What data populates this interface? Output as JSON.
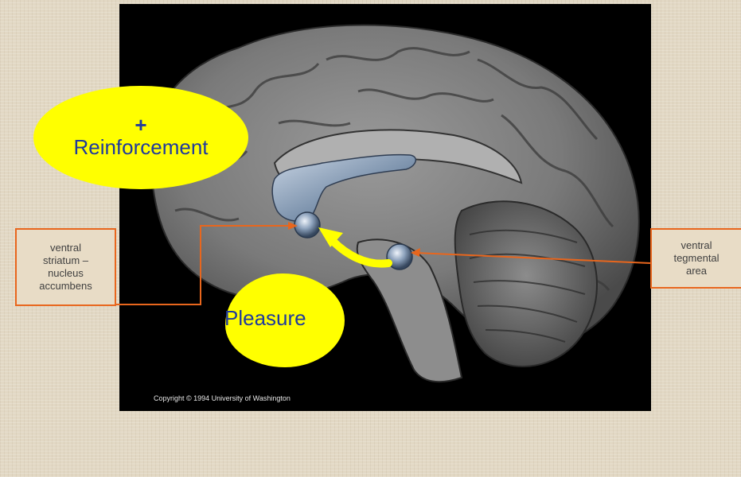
{
  "reinforcement": {
    "plus": "+",
    "label": "Reinforcement"
  },
  "pleasure": {
    "label": "Pleasure"
  },
  "callouts": {
    "left": {
      "lines": [
        "ventral",
        "striatum –",
        "nucleus",
        "accumbens"
      ]
    },
    "right": {
      "lines": [
        "ventral",
        "tegmental",
        "area"
      ]
    }
  },
  "copyright": "Copyright © 1994 University of Washington",
  "colors": {
    "ellipse_fill": "#ffff00",
    "ellipse_text": "#1f3a9e",
    "callout_border": "#e8661d",
    "callout_text": "#404040",
    "photo_background": "#000000",
    "slide_background": "#e2d8c4"
  }
}
